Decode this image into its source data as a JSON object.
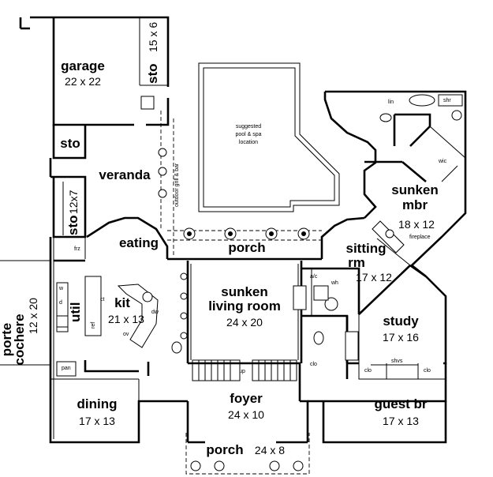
{
  "rooms": {
    "garage": {
      "name": "garage",
      "size": "22 x 22"
    },
    "sto_garage": {
      "name": "sto",
      "size": "15 x 6"
    },
    "sto_small": {
      "name": "sto"
    },
    "veranda": {
      "name": "veranda"
    },
    "outdoor_grill": {
      "name": "outdoor grill & bar"
    },
    "sto_side": {
      "name": "sto",
      "size": "12x7"
    },
    "eating": {
      "name": "eating"
    },
    "frz": {
      "name": "frz"
    },
    "porch_back": {
      "name": "porch"
    },
    "pool": {
      "line1": "suggested",
      "line2": "pool & spa",
      "line3": "location"
    },
    "lin": {
      "name": "lin"
    },
    "shr": {
      "name": "shr"
    },
    "wic": {
      "name": "wic"
    },
    "mbr": {
      "line1": "sunken",
      "line2": "mbr",
      "size": "18 x 12"
    },
    "fireplace": {
      "name": "fireplace"
    },
    "sitting": {
      "line1": "sitting",
      "line2": "rm",
      "size": "17 x 12"
    },
    "porte": {
      "line1": "porte",
      "line2": "cochere",
      "size": "12 x 20"
    },
    "util": {
      "name": "util",
      "w": "w",
      "d": "d"
    },
    "kit": {
      "name": "kit",
      "size": "21 x 13",
      "ct": "ct",
      "ref": "ref",
      "dw": "dw",
      "ov": "ov"
    },
    "living": {
      "line1": "sunken",
      "line2": "living room",
      "size": "24 x 20"
    },
    "ac": {
      "ac": "a/c",
      "wh": "wh"
    },
    "study": {
      "name": "study",
      "size": "17 x 16"
    },
    "pan": {
      "name": "pan"
    },
    "clo_foyer": {
      "name": "clo"
    },
    "up": {
      "name": "up"
    },
    "clo1": {
      "name": "clo"
    },
    "shvs": {
      "name": "shvs"
    },
    "clo2": {
      "name": "clo"
    },
    "dining": {
      "name": "dining",
      "size": "17 x 13"
    },
    "foyer": {
      "name": "foyer",
      "size": "24 x 10"
    },
    "guest": {
      "name": "guest br",
      "size": "17 x 13"
    },
    "porch_front": {
      "name": "porch",
      "size": "24 x 8"
    }
  }
}
